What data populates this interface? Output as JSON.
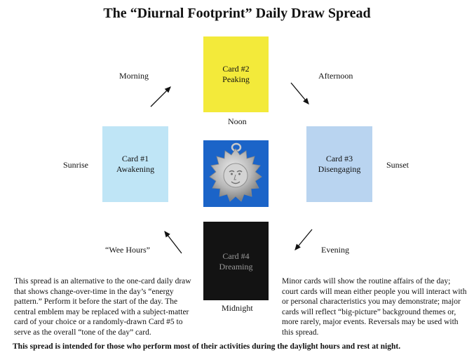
{
  "title": "The “Diurnal Footprint” Daily Draw Spread",
  "cards": {
    "card2": {
      "number": "Card #2",
      "name": "Peaking",
      "color": "#f3ea3a"
    },
    "card1": {
      "number": "Card #1",
      "name": "Awakening",
      "color": "#bfe5f6"
    },
    "card3": {
      "number": "Card #3",
      "name": "Disengaging",
      "color": "#b9d4f0"
    },
    "card4": {
      "number": "Card #4",
      "name": "Dreaming",
      "color": "#131313"
    },
    "emblem": {
      "color": "#1b64c8",
      "icon": "sun-face-medallion-icon"
    }
  },
  "labels": {
    "morning": "Morning",
    "afternoon": "Afternoon",
    "noon": "Noon",
    "sunrise": "Sunrise",
    "sunset": "Sunset",
    "wee_hours": "“Wee Hours”",
    "evening": "Evening",
    "midnight": "Midnight"
  },
  "notes": {
    "left": "This spread is an alternative to the one-card daily draw that shows change-over-time in the day’s “energy pattern.” Perform it before the start of the day. The central emblem may be replaced with a subject-matter card of your choice or a randomly-drawn Card #5 to serve as the overall “tone of the day” card.",
    "right": "Minor cards will show the routine affairs of the day; court cards will mean either people you will interact with or personal characteristics you may demonstrate; major cards will reflect “big-picture” background themes or, more rarely, major events. Reversals may be used with this spread."
  },
  "footer": "This spread is intended for those who perform most of their activities during the daylight hours and rest at night."
}
